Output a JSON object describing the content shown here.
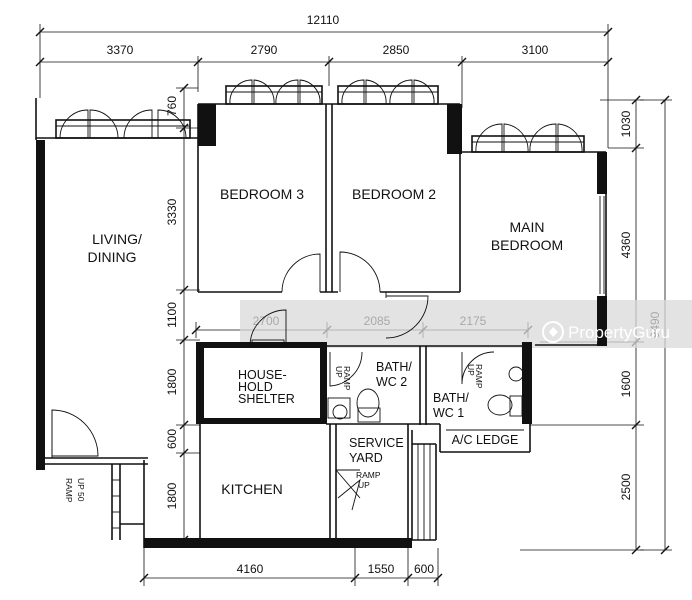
{
  "rooms": {
    "living": [
      "LIVING/",
      "DINING"
    ],
    "bedroom3": "BEDROOM 3",
    "bedroom2": "BEDROOM 2",
    "main_bedroom": [
      "MAIN",
      "BEDROOM"
    ],
    "shelter": [
      "HOUSE-",
      "HOLD",
      "SHELTER"
    ],
    "bath2": [
      "BATH/",
      "WC 2"
    ],
    "bath1": [
      "BATH/",
      "WC 1"
    ],
    "service_yard": [
      "SERVICE",
      "YARD"
    ],
    "kitchen": "KITCHEN",
    "ac_ledge": "A/C LEDGE"
  },
  "ramps": {
    "bath2": [
      "RAMP",
      "UP"
    ],
    "bath1": [
      "RAMP",
      "UP"
    ],
    "yard": [
      "RAMP",
      "UP"
    ],
    "entrance": [
      "RAMP",
      "UP 50"
    ]
  },
  "dimensions": {
    "overall_width": "12110",
    "top": [
      "3370",
      "2790",
      "2850",
      "3100"
    ],
    "mid": [
      "2700",
      "2085",
      "2175"
    ],
    "bottom": [
      "4160",
      "1550",
      "600"
    ],
    "left": [
      "760",
      "3330",
      "1100",
      "1800",
      "600",
      "1800"
    ],
    "right": [
      "1030",
      "4360",
      "1600",
      "2500"
    ],
    "overall_depth": "9490"
  },
  "watermark": "PropertyGuru"
}
